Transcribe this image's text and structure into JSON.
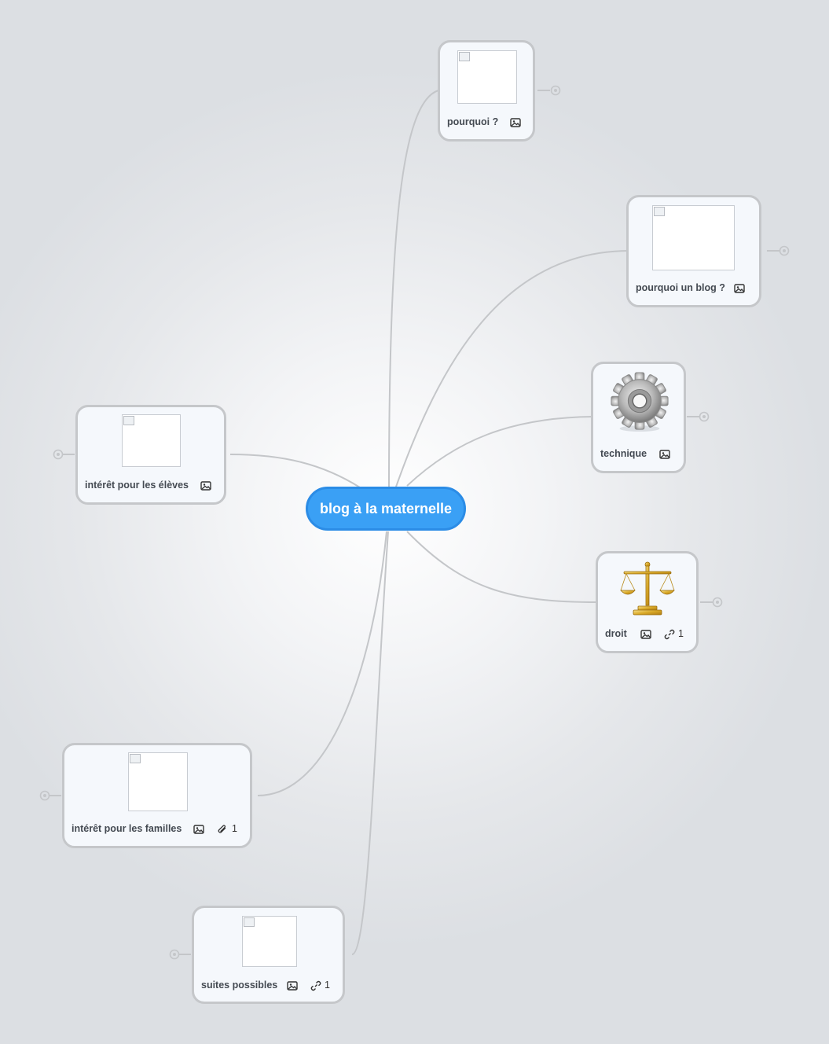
{
  "root": {
    "label": "blog à la maternelle",
    "color": "#3aa0f5"
  },
  "nodes": [
    {
      "id": "pourquoi",
      "label": "pourquoi ?",
      "has_image": true,
      "image_kind": "broken"
    },
    {
      "id": "pourquoi-blog",
      "label": "pourquoi un blog ?",
      "has_image": true,
      "image_kind": "broken"
    },
    {
      "id": "technique",
      "label": "technique",
      "has_image": true,
      "image_kind": "gear-icon"
    },
    {
      "id": "droit",
      "label": "droit",
      "has_image": true,
      "image_kind": "scales-icon",
      "link_count": "1"
    },
    {
      "id": "interet-eleves",
      "label": "intérêt pour les élèves",
      "has_image": true,
      "image_kind": "broken"
    },
    {
      "id": "interet-familles",
      "label": "intérêt pour les familles",
      "has_image": true,
      "image_kind": "broken",
      "attachment_count": "1"
    },
    {
      "id": "suites",
      "label": "suites possibles",
      "has_image": true,
      "image_kind": "broken",
      "link_count": "1"
    }
  ],
  "colors": {
    "connector": "#c4c6c9",
    "node_border": "#c5c7ca",
    "node_bg": "#f5f8fc"
  }
}
